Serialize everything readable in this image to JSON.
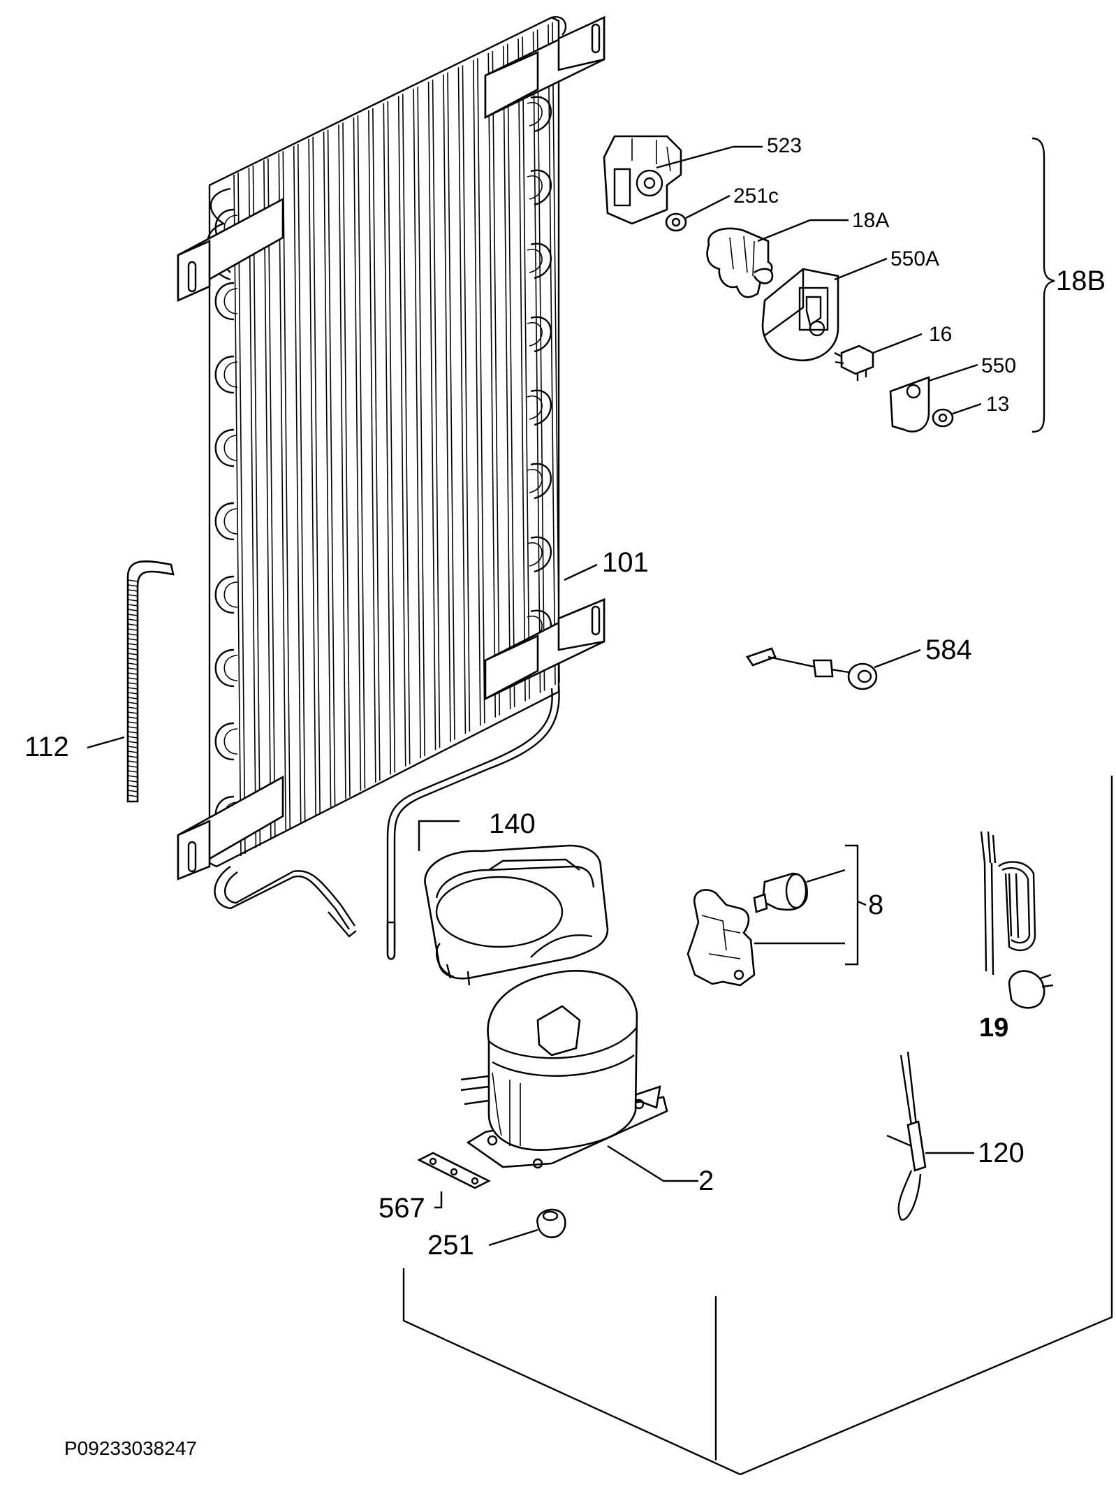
{
  "labels": {
    "l523": "523",
    "l251c": "251c",
    "l18a": "18A",
    "l550a": "550A",
    "l16": "16",
    "l550": "550",
    "l13": "13",
    "l18b": "18B",
    "l101": "101",
    "l584": "584",
    "l112": "112",
    "l140": "140",
    "l8": "8",
    "l19": "19",
    "l2": "2",
    "l567": "567",
    "l251": "251",
    "l120": "120"
  },
  "drawing_code": "P09233038247"
}
